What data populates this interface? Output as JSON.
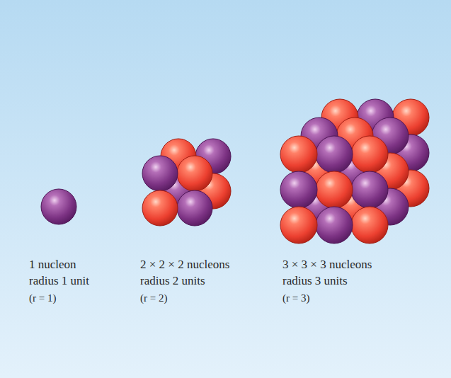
{
  "diagram": {
    "labels": [
      "1 nucleon",
      "radius 1 unit",
      "(r = 1)",
      "2 × 2 × 2 nucleons",
      "radius 2 units",
      "(r = 2)",
      "3 × 3 × 3 nucleons",
      "radius 3 units",
      "(r = 3)"
    ]
  }
}
